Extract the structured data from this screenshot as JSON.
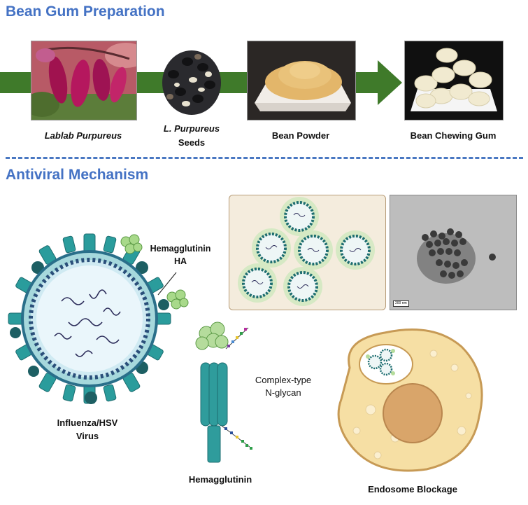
{
  "sections": {
    "prep_title": "Bean Gum Preparation",
    "mech_title": "Antiviral Mechanism"
  },
  "prep_labels": {
    "plant": "Lablab Purpureus",
    "seeds_1": "L. Purpureus",
    "seeds_2": "Seeds",
    "powder": "Bean Powder",
    "gum": "Bean Chewing Gum"
  },
  "mech_labels": {
    "ha_1": "Hemagglutinin",
    "ha_2": "HA",
    "virus_1": "Influenza/HSV",
    "virus_2": "Virus",
    "glycan_1": "Complex-type",
    "glycan_2": "N-glycan",
    "hemagglutinin": "Hemagglutinin",
    "endosome": "Endosome Blockage",
    "scale_bar": "200 nm"
  },
  "colors": {
    "heading": "#4472c4",
    "arrow": "#3f7a2a",
    "virus_teal": "#2a9c9c",
    "virus_dark": "#1d5f63",
    "cell_fill": "#f6dfa4",
    "nucleus": "#d9a56a"
  }
}
